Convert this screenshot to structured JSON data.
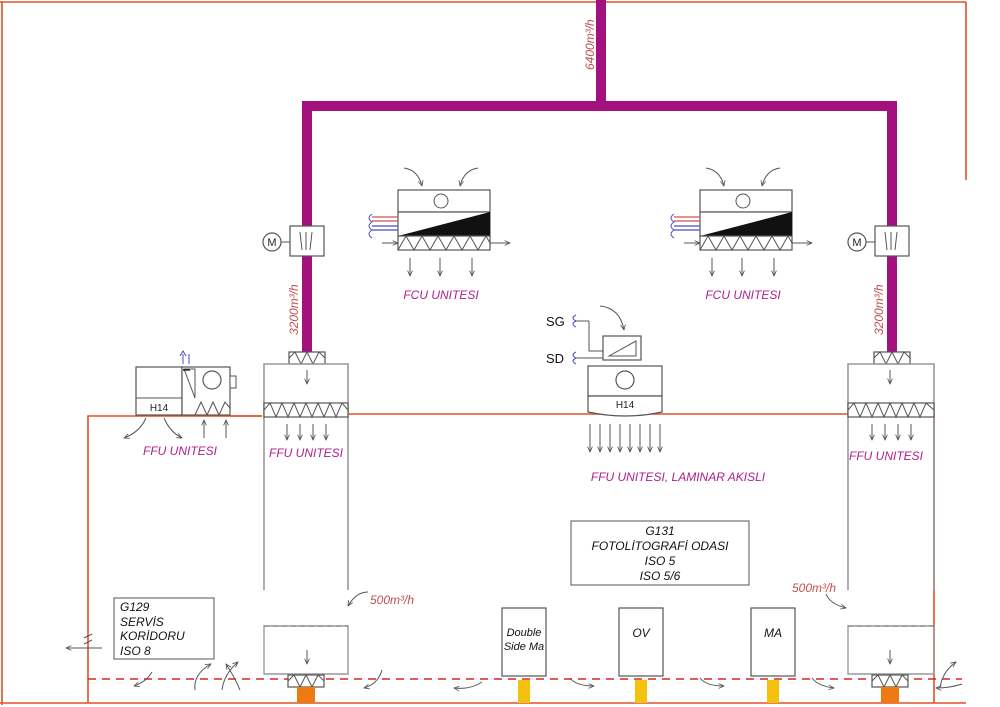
{
  "colors": {
    "duct": "#a3117f",
    "wall": "#e1502a",
    "label_magenta": "#c41fa6",
    "flow_label": "#c0504d",
    "dashed_return": "#d42a12",
    "pedestal_orange": "#f07a12",
    "pedestal_yellow": "#f4c20d",
    "heat_red": "#d05050",
    "cool_blue": "#4b4bc8",
    "equipment_line": "#555555"
  },
  "flows": {
    "main": "6400m³/h",
    "left_branch": "3200m³/h",
    "right_branch": "3200m³/h",
    "left_return": "500m³/h",
    "right_return": "500m³/h"
  },
  "labels": {
    "fcu_left": "FCU UNITESI",
    "fcu_right": "FCU UNITESI",
    "ffu_far_left": "FFU UNITESI",
    "ffu_left": "FFU UNITESI",
    "ffu_right": "FFU UNITESI",
    "ffu_laminar": "FFU UNITESI, LAMINAR AKISLI",
    "sg": "SG",
    "sd": "SD",
    "motor_left": "M",
    "motor_right": "M",
    "h14_left": "H14",
    "h14_center": "H14"
  },
  "rooms": {
    "main_room": {
      "code": "G131",
      "name": "FOTOLİTOGRAFİ ODASI",
      "iso_1": "ISO 5",
      "iso_2": "ISO 5/6"
    },
    "corridor": {
      "code": "G129",
      "name_1": "SERVİS",
      "name_2": "KORİDORU",
      "iso": "ISO 8"
    }
  },
  "equipment": {
    "double_side_1": "Double",
    "double_side_2": "Side Ma",
    "ov": "OV",
    "ma": "MA"
  }
}
